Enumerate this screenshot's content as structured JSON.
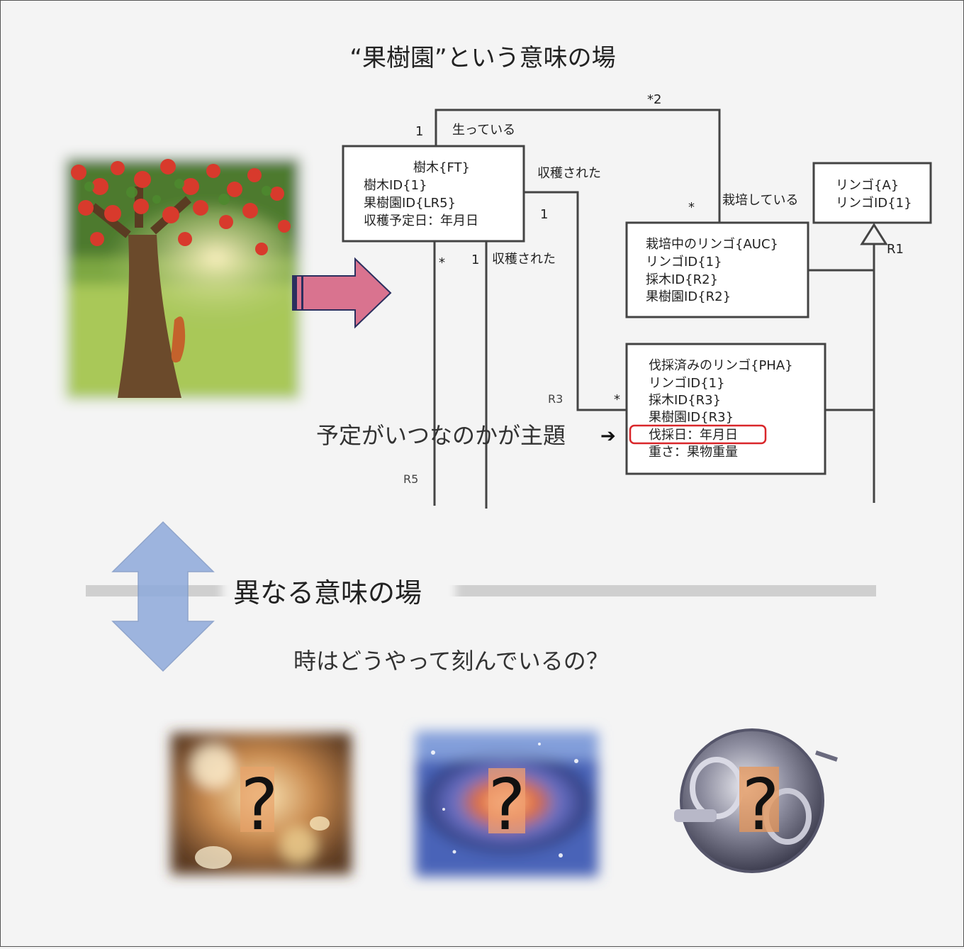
{
  "title": "“果樹園”という意味の場",
  "diagram": {
    "classes": {
      "tree": {
        "name": "樹木{FT}",
        "attrs": [
          "樹木ID{1}",
          "果樹園ID{LR5}",
          "収穫予定日：年月日"
        ]
      },
      "apple": {
        "name": "リンゴ{A}",
        "attrs": [
          "リンゴID{1}"
        ]
      },
      "cultivating": {
        "name": "栽培中のリンゴ{AUC}",
        "attrs": [
          "リンゴID{1}",
          "採木ID{R2}",
          "果樹園ID{R2}"
        ]
      },
      "harvested": {
        "name": "伐採済みのリンゴ{PHA}",
        "attrs": [
          "リンゴID{1}",
          "採木ID{R3}",
          "果樹園ID{R3}",
          "伐採日：年月日",
          "重さ：果物重量"
        ]
      }
    },
    "relations": {
      "r2_label": "生っている",
      "r2_top_mult": "*2",
      "r2_tree_mult": "1",
      "r2_auc_mult": "*",
      "r2_verb": "栽培している",
      "r3_verb": "収穫された",
      "r3_tree_mult": "1",
      "r3_pha_mult": "*",
      "r3_name": "R3",
      "r4_verb": "収穫された",
      "r4_one": "1",
      "r5_star": "*",
      "r5_name": "R5",
      "r1_name": "R1"
    },
    "note": "予定がいつなのかが主題",
    "note_arrow": "➔"
  },
  "divider_label": "異なる意味の場",
  "question": "時はどうやって刻んでいるの？",
  "qmark": "?",
  "colors": {
    "arrow_fill": "#d9738f",
    "arrow_stroke": "#2b2f5e",
    "double_arrow": "#8eaadb",
    "highlight": "#d9262a",
    "line": "#444444"
  }
}
